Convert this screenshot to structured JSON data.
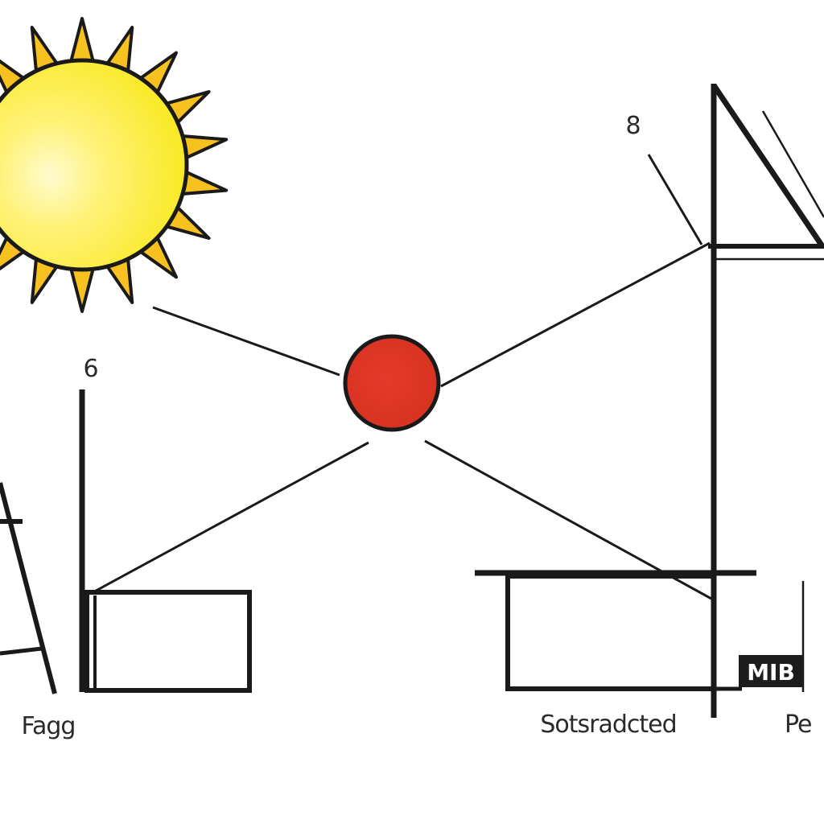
{
  "labels": {
    "top_right_marker": "8",
    "left_marker": "6",
    "caption_left": "Fagg",
    "caption_center": "Sotsradcted",
    "caption_right": "Pe",
    "box_label": "MIB"
  },
  "colors": {
    "sun_core": "#fff27a",
    "sun_body": "#fbea1e",
    "sun_ray": "#f7c21f",
    "ball": "#e03426",
    "ink": "#1a1a1a",
    "background": "#ffffff"
  },
  "icons": {
    "sun": "sun-icon",
    "ball": "red-ball"
  }
}
